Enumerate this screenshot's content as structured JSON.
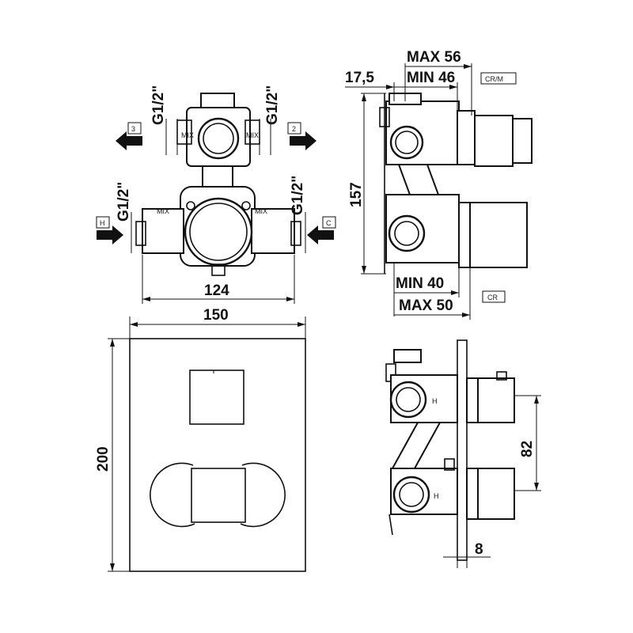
{
  "diagram": {
    "front_view": {
      "thread_top_left": "G1/2\"",
      "thread_top_right": "G1/2\"",
      "thread_mid_left": "G1/2\"",
      "thread_mid_right": "G1/2\"",
      "port_top_left": "3",
      "port_top_right": "2",
      "port_left": "H",
      "port_right": "C",
      "width_body": "124"
    },
    "side_view": {
      "max_depth_top": "MAX 56",
      "min_depth_top": "MIN 46",
      "offset": "17,5",
      "tag_top": "CR/M",
      "height": "157",
      "min_depth_bottom": "MIN 40",
      "max_depth_bottom": "MAX 50",
      "tag_bottom": "CR"
    },
    "plate_view": {
      "width": "150",
      "height": "200"
    },
    "installed_view": {
      "spacing": "82",
      "plate_thickness": "8"
    }
  }
}
